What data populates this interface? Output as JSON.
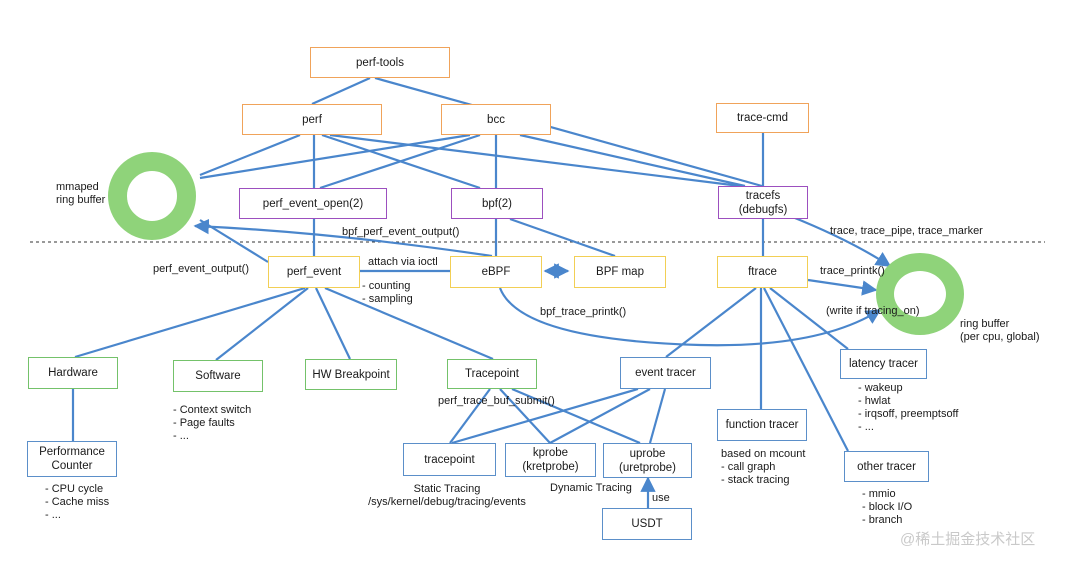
{
  "nodes": {
    "perf_tools": "perf-tools",
    "perf": "perf",
    "bcc": "bcc",
    "trace_cmd": "trace-cmd",
    "perf_event_open": "perf_event_open(2)",
    "bpf": "bpf(2)",
    "tracefs": "tracefs\n(debugfs)",
    "perf_event": "perf_event",
    "ebpf": "eBPF",
    "bpf_map": "BPF map",
    "ftrace": "ftrace",
    "hardware": "Hardware",
    "software": "Software",
    "hw_breakpoint": "HW Breakpoint",
    "tracepoint_src": "Tracepoint",
    "event_tracer": "event tracer",
    "latency_tracer": "latency tracer",
    "performance_counter": "Performance\nCounter",
    "tracepoint": "tracepoint",
    "kprobe": "kprobe\n(kretprobe)",
    "uprobe": "uprobe\n(uretprobe)",
    "function_tracer": "function tracer",
    "other_tracer": "other tracer",
    "usdt": "USDT"
  },
  "labels": {
    "mmaped_ring_buffer": "mmaped\nring buffer",
    "ring_buffer": "ring buffer\n(per cpu, global)",
    "bpf_perf_event_output": "bpf_perf_event_output()",
    "perf_event_output": "perf_event_output()",
    "attach_via_ioctl": "attach via ioctl",
    "counting_sampling": "- counting\n- sampling",
    "bpf_trace_printk": "bpf_trace_printk()",
    "trace_files": "trace, trace_pipe, trace_marker",
    "trace_printk": "trace_printk()",
    "write_if_tracing_on": "(write if tracing_on)",
    "perf_trace_buf_submit": "perf_trace_buf_submit()",
    "software_items": "- Context switch\n- Page faults\n- ...",
    "counter_items": "- CPU cycle\n- Cache miss\n- ...",
    "static_tracing": "Static Tracing\n/sys/kernel/debug/tracing/events",
    "dynamic_tracing": "Dynamic Tracing",
    "use": "use",
    "mcount_items": "based on mcount\n- call graph\n- stack tracing",
    "latency_items": "- wakeup\n- hwlat\n- irqsoff, preemptsoff\n- ...",
    "other_items": "- mmio\n- block I/O\n- branch"
  },
  "watermark": "@稀土掘金技术社区",
  "colors": {
    "edge": "#4a86cc",
    "orange": "#f0a35a",
    "purple": "#9c4fbf",
    "yellow": "#f2cf55",
    "green": "#74c26a",
    "blue": "#5b8fc9",
    "ring": "#8fd37a"
  }
}
